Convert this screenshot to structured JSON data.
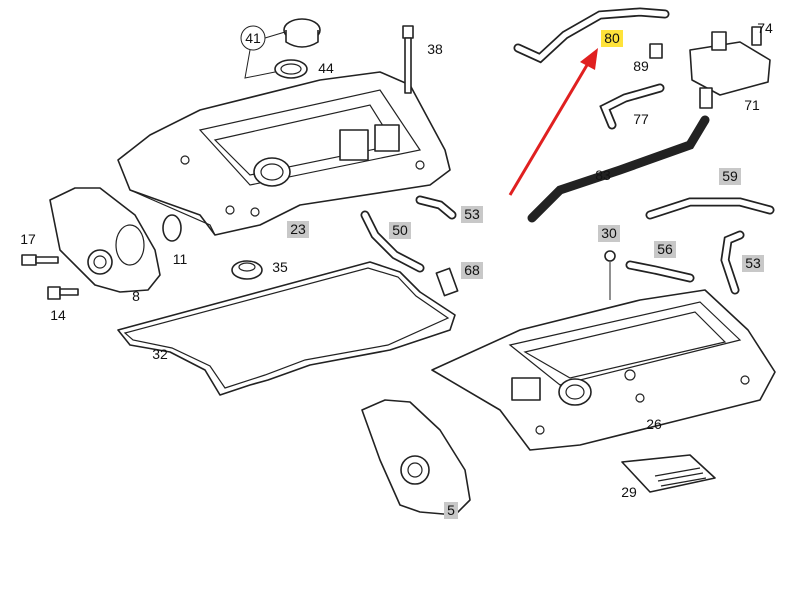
{
  "labels": [
    {
      "id": "41",
      "text": "41"
    },
    {
      "id": "44",
      "text": "44"
    },
    {
      "id": "38",
      "text": "38"
    },
    {
      "id": "80",
      "text": "80",
      "highlight": "yellow"
    },
    {
      "id": "74",
      "text": "74"
    },
    {
      "id": "89",
      "text": "89"
    },
    {
      "id": "71",
      "text": "71"
    },
    {
      "id": "77",
      "text": "77"
    },
    {
      "id": "83",
      "text": "83"
    },
    {
      "id": "59",
      "text": "59",
      "tag": "gray"
    },
    {
      "id": "53a",
      "text": "53",
      "tag": "gray"
    },
    {
      "id": "50",
      "text": "50",
      "tag": "gray"
    },
    {
      "id": "23",
      "text": "23",
      "tag": "gray"
    },
    {
      "id": "17",
      "text": "17"
    },
    {
      "id": "11",
      "text": "11"
    },
    {
      "id": "35",
      "text": "35"
    },
    {
      "id": "68",
      "text": "68",
      "tag": "gray"
    },
    {
      "id": "30",
      "text": "30",
      "tag": "gray"
    },
    {
      "id": "56",
      "text": "56",
      "tag": "gray"
    },
    {
      "id": "53b",
      "text": "53",
      "tag": "gray"
    },
    {
      "id": "8",
      "text": "8"
    },
    {
      "id": "14",
      "text": "14"
    },
    {
      "id": "32",
      "text": "32"
    },
    {
      "id": "26",
      "text": "26"
    },
    {
      "id": "29",
      "text": "29"
    },
    {
      "id": "5",
      "text": "5",
      "tag": "gray"
    }
  ],
  "colors": {
    "highlight_tag": "#ffe33a",
    "gray_tag": "#c8c8c8",
    "arrow": "#e02020",
    "line": "#222222"
  }
}
